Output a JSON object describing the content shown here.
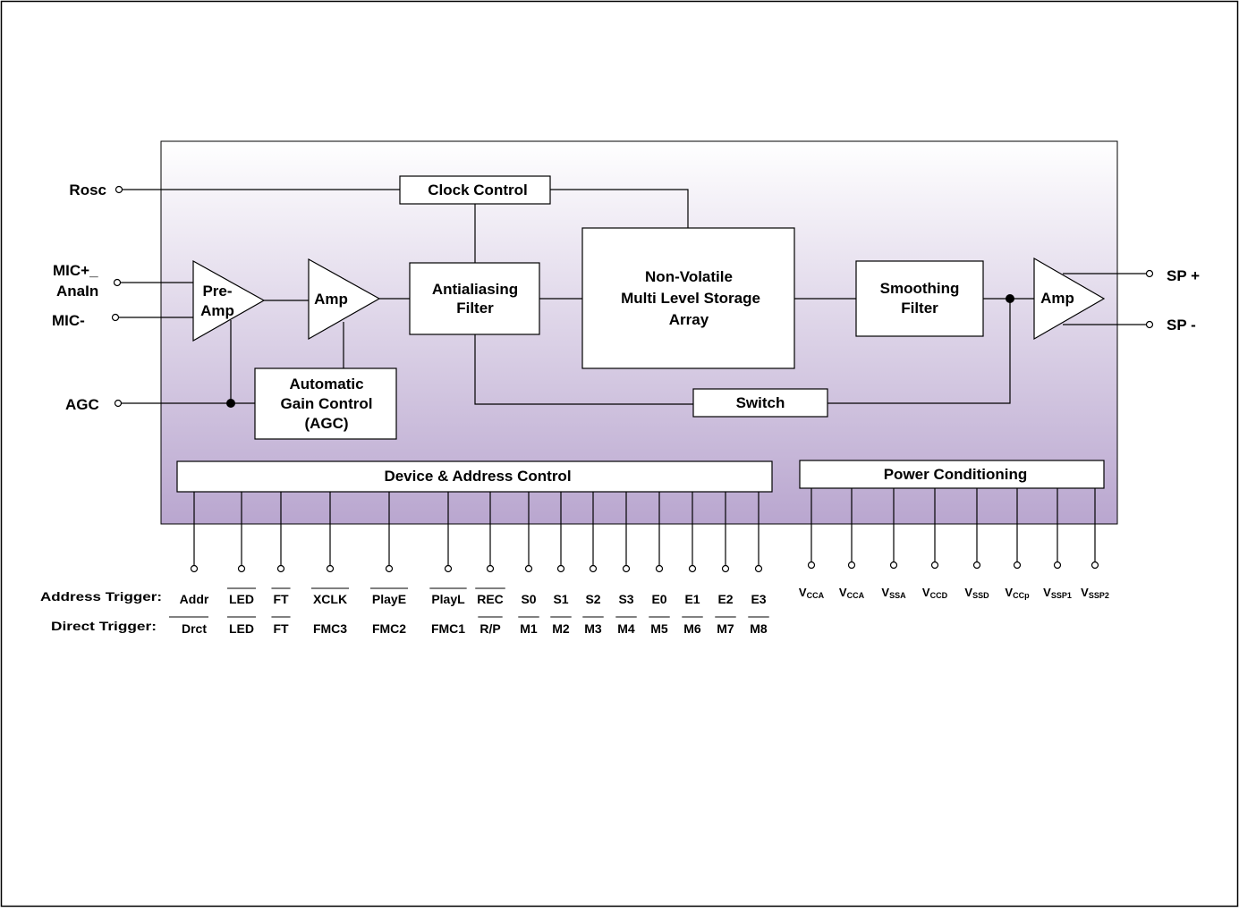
{
  "colors": {
    "chip_top": "#ffffff",
    "chip_bottom": "#b9a6cf",
    "line": "#000000",
    "block_fill": "#ffffff"
  },
  "external_pins": {
    "rosc": "Rosc",
    "mic_plus": "MIC+_",
    "anain": "AnaIn",
    "mic_minus": "MIC-",
    "agc": "AGC",
    "sp_plus": "SP +",
    "sp_minus": "SP -"
  },
  "blocks": {
    "clock_control": "Clock Control",
    "pre_amp_1": "Pre-",
    "pre_amp_2": "Amp",
    "amp1": "Amp",
    "agc_1": "Automatic",
    "agc_2": "Gain Control",
    "agc_3": "(AGC)",
    "antialiasing_1": "Antialiasing",
    "antialiasing_2": "Filter",
    "storage_1": "Non-Volatile",
    "storage_2": "Multi Level Storage",
    "storage_3": "Array",
    "smoothing_1": "Smoothing",
    "smoothing_2": "Filter",
    "amp2": "Amp",
    "switch": "Switch",
    "device_address_control": "Device & Address Control",
    "power_conditioning": "Power Conditioning"
  },
  "row_labels": {
    "address_trigger": "Address Trigger:",
    "direct_trigger": "Direct Trigger:"
  },
  "address_pins": [
    {
      "top": "Addr",
      "bottom": "Drct"
    },
    {
      "top": "LED",
      "bottom": "LED"
    },
    {
      "top": "FT",
      "bottom": "FT"
    },
    {
      "top": "XCLK",
      "bottom": "FMC3"
    },
    {
      "top": "PlayE",
      "bottom": "FMC2"
    },
    {
      "top": "PlayL",
      "bottom": "FMC1"
    },
    {
      "top": "REC",
      "bottom": "R/P"
    },
    {
      "top": "S0",
      "bottom": "M1"
    },
    {
      "top": "S1",
      "bottom": "M2"
    },
    {
      "top": "S2",
      "bottom": "M3"
    },
    {
      "top": "S3",
      "bottom": "M4"
    },
    {
      "top": "E0",
      "bottom": "M5"
    },
    {
      "top": "E1",
      "bottom": "M6"
    },
    {
      "top": "E2",
      "bottom": "M7"
    },
    {
      "top": "E3",
      "bottom": "M8"
    }
  ],
  "power_pins": [
    {
      "main": "V",
      "sub": "CCA"
    },
    {
      "main": "V",
      "sub": "CCA"
    },
    {
      "main": "V",
      "sub": "SSA"
    },
    {
      "main": "V",
      "sub": "CCD"
    },
    {
      "main": "V",
      "sub": "SSD"
    },
    {
      "main": "V",
      "sub": "CCp"
    },
    {
      "main": "V",
      "sub": "SSP1"
    },
    {
      "main": "V",
      "sub": "SSP2"
    }
  ]
}
